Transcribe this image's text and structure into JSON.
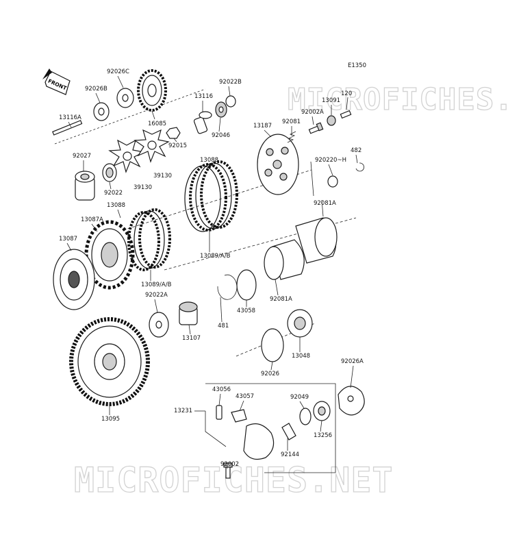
{
  "diagram_code": "E1350",
  "front_badge": "FRONT",
  "watermark": "MICROFICHES.NET",
  "labels": {
    "l13116A": "13116A",
    "l92026B": "92026B",
    "l92026C": "92026C",
    "l16085": "16085",
    "l13116": "13116",
    "l92022B": "92022B",
    "l92046": "92046",
    "l92015": "92015",
    "l39130a": "39130",
    "l39130b": "39130",
    "l92027": "92027",
    "l92022": "92022",
    "l13088a": "13088",
    "l13088b": "13088",
    "l13087A": "13087A",
    "l13087": "13087",
    "l13089a": "13089/A/B",
    "l13089b": "13089/A/B",
    "l92022A": "92022A",
    "l13107": "13107",
    "l481": "481",
    "l43058": "43058",
    "l92081A_top": "92081A",
    "l92081A_low": "92081A",
    "l13187": "13187",
    "l92081": "92081",
    "l92002A": "92002A",
    "l13091": "13091",
    "l120": "120",
    "l482": "482",
    "l920220H": "920220~H",
    "l13048": "13048",
    "l92026": "92026",
    "l13095": "13095",
    "l92026A": "92026A",
    "l43056": "43056",
    "l43057": "43057",
    "l92049": "92049",
    "l13231": "13231",
    "l13256": "13256",
    "l92144": "92144",
    "l92002": "92002"
  }
}
